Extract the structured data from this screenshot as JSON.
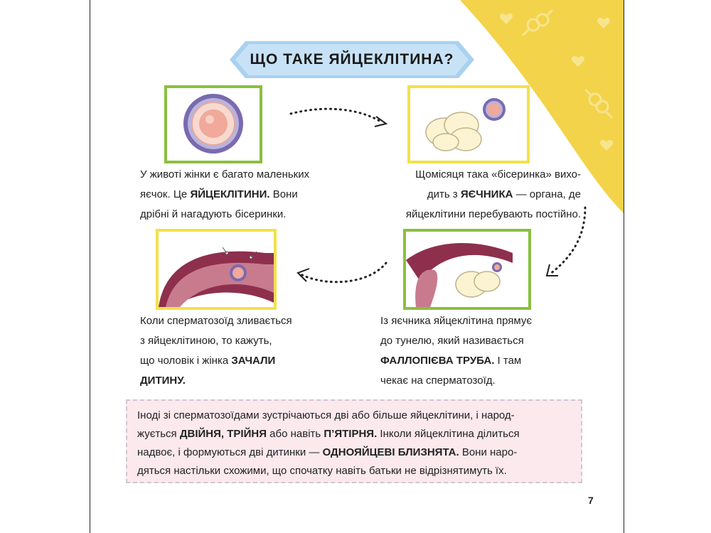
{
  "title": "ЩО ТАКЕ ЯЙЦЕКЛІТИНА?",
  "panels": [
    {
      "lines": [
        [
          "У животі жінки є багато маленьких"
        ],
        [
          "яєчок. Це ",
          "ЯЙЦЕКЛІТИНИ.",
          " Вони"
        ],
        [
          "дрібні й нагадують бісеринки."
        ]
      ]
    },
    {
      "lines": [
        [
          "Щомісяця така «бісеринка» вихо-"
        ],
        [
          "дить з ",
          "ЯЄЧНИКА",
          " — органа, де"
        ],
        [
          "яйцеклітини перебувають постійно."
        ]
      ]
    },
    {
      "lines": [
        [
          "Коли сперматозоїд зливається"
        ],
        [
          "з яйцеклітиною, то кажуть,"
        ],
        [
          "що чоловік і жінка ",
          "ЗАЧАЛИ"
        ],
        [
          "",
          "ДИТИНУ."
        ]
      ]
    },
    {
      "lines": [
        [
          "Із яєчника яйцеклітина прямує"
        ],
        [
          "до тунелю, який називається"
        ],
        [
          "",
          "ФАЛЛОПІЄВА ТРУБА.",
          " І там"
        ],
        [
          "чекає на сперматозоїд."
        ]
      ]
    }
  ],
  "note": {
    "lines": [
      [
        "Іноді зі сперматозоїдами зустрічаються дві або більше яйцеклітини, і народ-"
      ],
      [
        "жується ",
        "ДВІЙНЯ, ТРІЙНЯ",
        " або навіть ",
        "П’ЯТІРНЯ.",
        " Інколи яйцеклітина ділиться"
      ],
      [
        "надвоє, і формуються дві дитинки — ",
        "ОДНОЯЙЦЕВІ БЛИЗНЯТА.",
        " Вони наро-"
      ],
      [
        "дяться настільки схожими, що спочатку навіть батьки не відрізнятимуть їх."
      ]
    ]
  },
  "page_number": "7",
  "colors": {
    "green_frame": "#8bbf3f",
    "yellow_frame": "#f2e14b",
    "corner": "#f3d34a",
    "title_banner": "#a9d1f0",
    "note_bg": "#fbe9ee"
  }
}
